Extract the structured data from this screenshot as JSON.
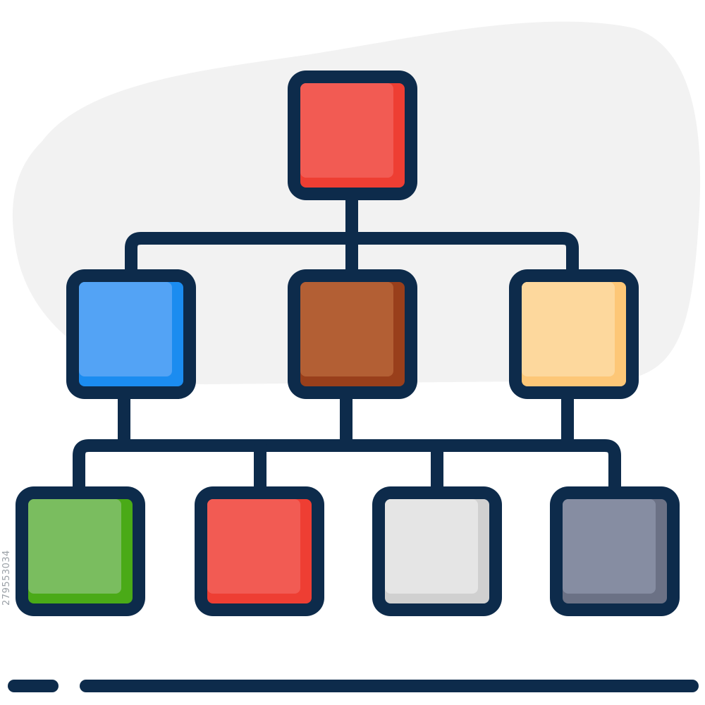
{
  "diagram": {
    "type": "hierarchy-icon",
    "outline_color": "#0d2b4b",
    "blob_color": "#f2f2f2",
    "levels": [
      {
        "level": 1,
        "nodes": [
          {
            "id": "root",
            "fill": "#f25b53",
            "shade": "#ee3e33"
          }
        ]
      },
      {
        "level": 2,
        "nodes": [
          {
            "id": "l2-a",
            "fill": "#53a3f5",
            "shade": "#1b8cf0",
            "parent": "root"
          },
          {
            "id": "l2-b",
            "fill": "#b35f34",
            "shade": "#993f1b",
            "parent": "root"
          },
          {
            "id": "l2-c",
            "fill": "#fdd89d",
            "shade": "#fdc777",
            "parent": "root"
          }
        ]
      },
      {
        "level": 3,
        "nodes": [
          {
            "id": "l3-a",
            "fill": "#7abd5f",
            "shade": "#4aaa17",
            "parent": "l2"
          },
          {
            "id": "l3-b",
            "fill": "#f25b53",
            "shade": "#ee3e33",
            "parent": "l2"
          },
          {
            "id": "l3-c",
            "fill": "#e5e5e5",
            "shade": "#d0d0d0",
            "parent": "l2"
          },
          {
            "id": "l3-d",
            "fill": "#868da2",
            "shade": "#6b7185",
            "parent": "l2"
          }
        ]
      }
    ]
  },
  "watermark": {
    "stock_id": "279553034"
  }
}
